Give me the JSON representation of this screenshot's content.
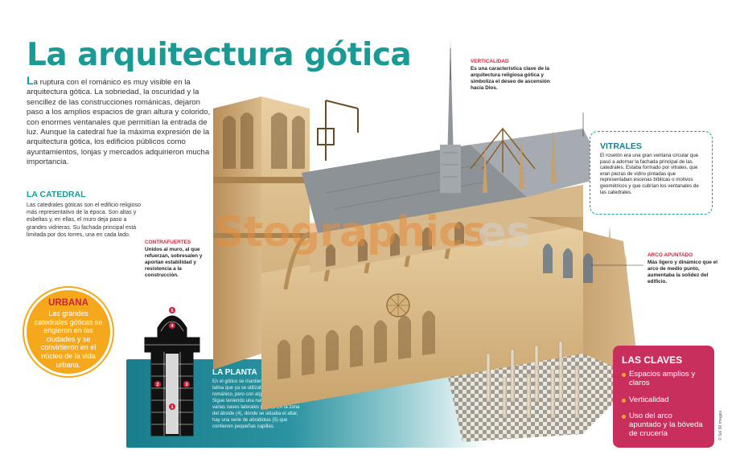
{
  "header": {
    "title": "La arquitectura gótica"
  },
  "intro": {
    "text": "La ruptura con el románico es muy visible en la arquitectura gótica. La sobriedad, la oscuridad y la sencillez de las construcciones románicas, dejaron paso a los amplios espacios de gran altura y colorido, con enormes ventanales que permitían la entrada de luz. Aunque la catedral fue la máxima expresión de la arquitectura gótica, los edificios públicos como ayuntamientos, lonjas y mercados adquirieron mucha importancia."
  },
  "catedral": {
    "heading": "LA CATEDRAL",
    "body": "Las catedrales góticas son el edificio religioso más representativo de la época. Son altas y esbeltas y, en ellas, el muro deja paso a grandes vidrieras. Su fachada principal está limitada por dos torres, una en cada lado."
  },
  "urbana": {
    "heading": "URBANA",
    "body": "Las grandes catedrales góticas se erigieron en las ciudades y se convirtieron en el núcleo de la vida urbana."
  },
  "planta": {
    "heading": "LA PLANTA",
    "body": "En el gótico se mantiene la planta de cruz latina que ya se utilizaba en el período románico, pero con algunas variaciones. Sigue teniendo una nave central (1) y varias naves laterales (2 y 3). En la zona del ábside (4), donde se situaba el altar, hay una serie de absidiolas (5) que contienen pequeñas capillas.",
    "markers": [
      "1",
      "2",
      "3",
      "4",
      "5"
    ]
  },
  "verticalidad": {
    "heading": "VERTICALIDAD",
    "body": "Es una característica clave de la arquitectura religiosa gótica y simboliza el deseo de ascensión hacia Dios."
  },
  "contrafuertes": {
    "heading": "CONTRAFUERTES",
    "body": "Unidos al muro, al que refuerzan, sobresalen y aportan estabilidad y resistencia a la construcción."
  },
  "vitrales": {
    "heading": "VITRALES",
    "body": "El rosetón era una gran ventana circular que pasó a adornar la fachada principal de las catedrales. Estaba formado por vitrales, que eran piezas de vidrio pintadas que representaban escenas bíblicas o motivos geométricos y que cubrían los ventanales de las catedrales."
  },
  "arco": {
    "heading": "ARCO APUNTADO",
    "body": "Más ligero y dinámico que el arco de medio punto, aumentaba la solidez del edificio."
  },
  "claves": {
    "heading": "LAS CLAVES",
    "items": [
      "Espacios amplios y claros",
      "Verticalidad",
      "Uso del arco apuntado y la bóveda de crucería"
    ]
  },
  "credit": "© Sol 90 Images",
  "watermark": {
    "main": "Stographics",
    "suffix": "es"
  },
  "colors": {
    "teal": "#1a9a94",
    "red": "#c9243a",
    "orange": "#f5a81c",
    "claves_bg": "#c92f5c",
    "stone": "#d9b98a"
  }
}
